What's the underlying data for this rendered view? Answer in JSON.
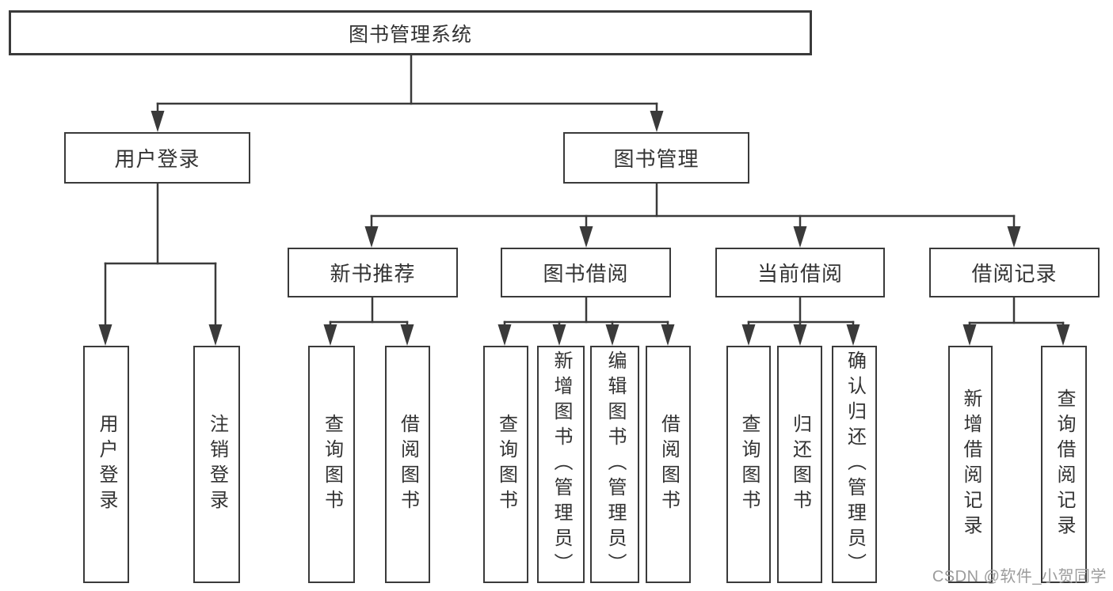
{
  "tree": {
    "root": {
      "label": "图书管理系统"
    },
    "branches": [
      {
        "label": "用户登录",
        "children": [
          {
            "label": "用户登录"
          },
          {
            "label": "注销登录"
          }
        ]
      },
      {
        "label": "图书管理",
        "children": [
          {
            "label": "新书推荐",
            "children": [
              {
                "label": "查询图书"
              },
              {
                "label": "借阅图书"
              }
            ]
          },
          {
            "label": "图书借阅",
            "children": [
              {
                "label": "查询图书"
              },
              {
                "label": "新增图书（管理员）"
              },
              {
                "label": "编辑图书（管理员）"
              },
              {
                "label": "借阅图书"
              }
            ]
          },
          {
            "label": "当前借阅",
            "children": [
              {
                "label": "查询图书"
              },
              {
                "label": "归还图书"
              },
              {
                "label": "确认归还（管理员）"
              }
            ]
          },
          {
            "label": "借阅记录",
            "children": [
              {
                "label": "新增借阅记录"
              },
              {
                "label": "查询借阅记录"
              }
            ]
          }
        ]
      }
    ]
  },
  "watermark": {
    "text": "CSDN @软件_小贺同学"
  },
  "colors": {
    "line": "#3a3a3a",
    "text": "#333333",
    "watermark": "#9c9c9c",
    "background": "#ffffff"
  }
}
